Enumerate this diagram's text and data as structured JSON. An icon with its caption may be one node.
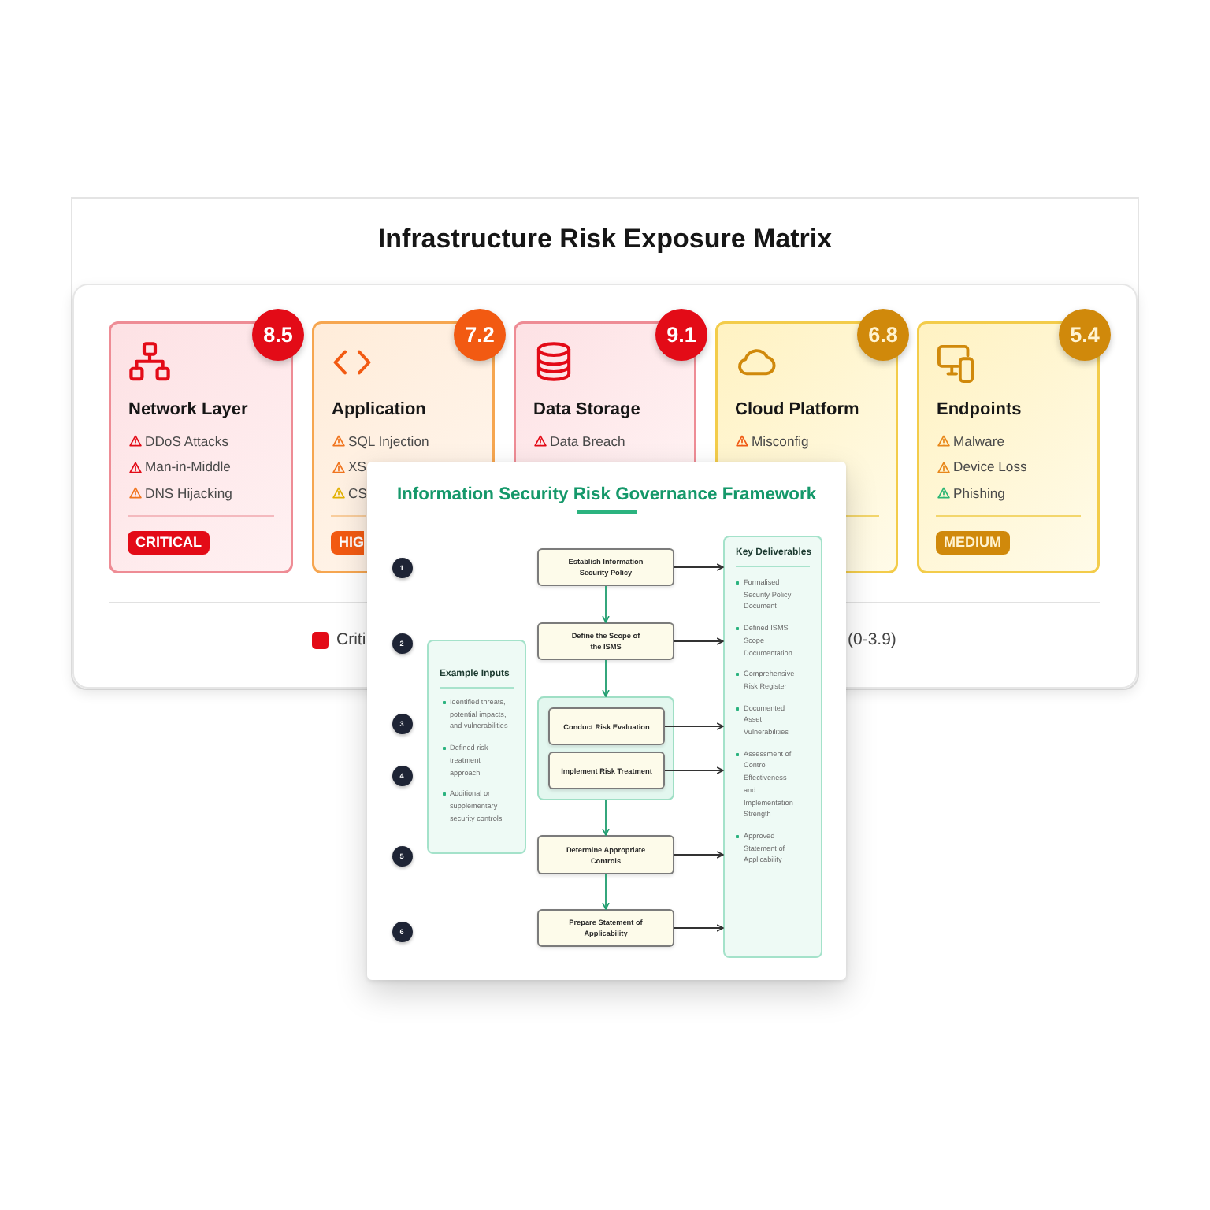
{
  "diagram": {
    "nodes": [
      {
        "text": [
          "Infrastructure Risk Exposure Matrix"
        ]
      },
      {
        "text": [
          "Network Layer",
          "DDoS Attacks",
          "Man-in-Middle",
          "DNS Hijacking"
        ],
        "in": 0
      },
      {
        "text": [
          "8.5"
        ],
        "in": 0
      },
      {
        "text": [
          "CRITICAL"
        ],
        "in": 1
      },
      {
        "text": [
          "Application",
          "SQL Injection",
          "XS",
          "CS"
        ],
        "in": 0
      },
      {
        "text": [
          "7.2"
        ],
        "in": 0
      },
      {
        "text": [
          "HIG"
        ],
        "in": 4
      },
      {
        "text": [
          "Data Storage",
          "Data Breach"
        ],
        "in": 0
      },
      {
        "text": [
          "9.1"
        ],
        "in": 0
      },
      {
        "text": [
          "Cloud Platform",
          "Misconfig"
        ],
        "in": 0
      },
      {
        "text": [
          "6.8"
        ],
        "in": 0
      },
      {
        "text": [
          "Endpoints",
          "Malware",
          "Device Loss",
          "Phishing"
        ],
        "in": 0
      },
      {
        "text": [
          "5.4"
        ],
        "in": 0
      },
      {
        "text": [
          "MEDIUM"
        ],
        "in": 11
      },
      {
        "text": [
          "Information Security Risk Governance Framework"
        ]
      },
      {
        "text": [
          "1"
        ]
      },
      {
        "text": [
          "2"
        ]
      },
      {
        "text": [
          "3"
        ],
        "in": 14
      },
      {
        "text": [
          "4"
        ],
        "in": 14
      },
      {
        "text": [
          "5"
        ],
        "in": 14
      },
      {
        "text": [
          "6"
        ],
        "in": 14
      },
      {
        "text": [
          "Example Inputs",
          "Identified threats, potential impacts, and vulnerabilities",
          "Defined risk treatment approach",
          "Additional or supplementary security controls"
        ],
        "in": 14
      },
      {
        "text": [
          "Establish Information Security Policy"
        ]
      },
      {
        "text": [
          "Define the Scope of the ISMS"
        ]
      },
      {
        "text": [],
        "shape": "box",
        "in": 14
      },
      {
        "text": [
          "Conduct Risk Evaluation"
        ],
        "in": 24
      },
      {
        "text": [
          "Implement Risk Treatment"
        ],
        "in": 24
      },
      {
        "text": [
          "Determine Appropriate Controls"
        ],
        "in": 14
      },
      {
        "text": [
          "Prepare Statement of Applicability"
        ],
        "in": 14
      },
      {
        "text": [
          "Key Deliverables",
          "Formalised Security Policy Document",
          "Defined ISMS Scope Documentation",
          "Comprehensive Risk Register",
          "Documented Asset Vulnerabilities",
          "Assessment of Control Effectiveness and Implementation Strength",
          "Approved Statement of Applicability"
        ],
        "in": 14
      }
    ],
    "edges": [
      {
        "from": 22,
        "to": 23,
        "arrow": "to",
        "color": "#1f9d6e"
      },
      {
        "from": 23,
        "to": 24,
        "arrow": "to",
        "color": "#1f9d6e"
      },
      {
        "from": 24,
        "to": 27,
        "arrow": "to",
        "color": "#1f9d6e"
      },
      {
        "from": 27,
        "to": 28,
        "arrow": "to",
        "color": "#1f9d6e"
      },
      {
        "from": 22,
        "to": 29,
        "arrow": "to"
      },
      {
        "from": 23,
        "to": 29,
        "arrow": "to"
      },
      {
        "from": 25,
        "to": 29,
        "arrow": "to"
      },
      {
        "from": 26,
        "to": 29,
        "arrow": "to"
      },
      {
        "from": 27,
        "to": 29,
        "arrow": "to"
      },
      {
        "from": 28,
        "to": 29,
        "arrow": "to"
      }
    ],
    "labels": [
      "(0-3.9)"
    ],
    "legend": [
      {
        "text": "Criti",
        "color": "#e30b17"
      }
    ]
  }
}
